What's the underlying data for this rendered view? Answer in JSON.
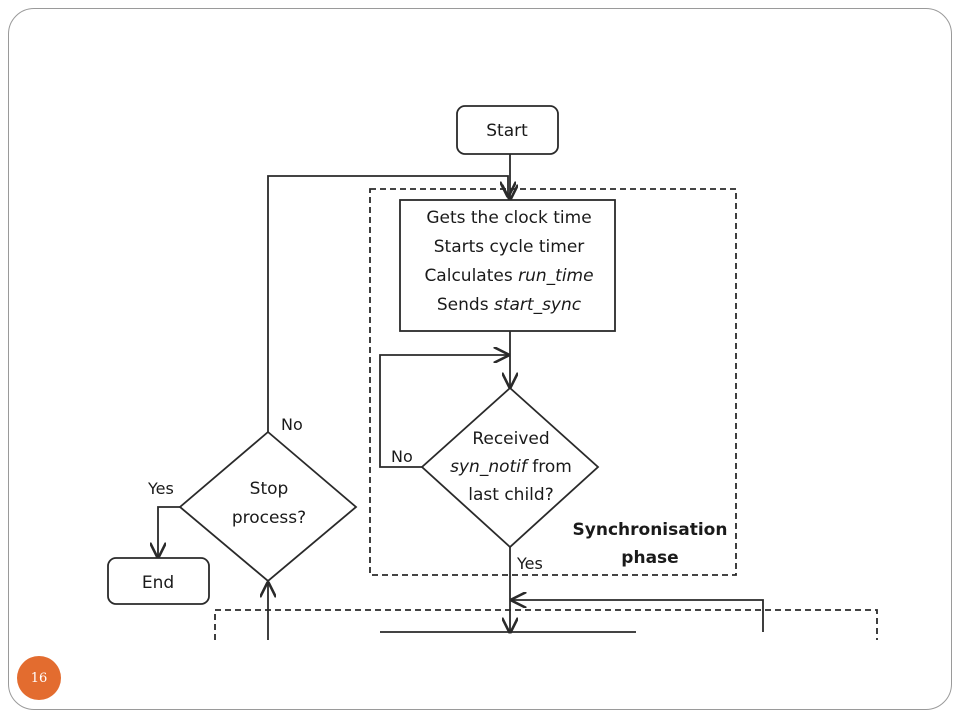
{
  "diagram": {
    "start_label": "Start",
    "end_label": "End",
    "process_box": {
      "line1": "Gets the clock time",
      "line2": "Starts cycle timer",
      "line3_prefix": "Calculates ",
      "line3_var": "run_time",
      "line4_prefix": "Sends ",
      "line4_var": "start_sync"
    },
    "decision_received": {
      "line1": "Received",
      "line2_var": "syn_notif",
      "line2_suffix": " from",
      "line3": "last child?"
    },
    "decision_stop": {
      "line1": "Stop",
      "line2": "process?"
    },
    "group_label": {
      "line1": "Synchronisation",
      "line2": "phase"
    },
    "edge_labels": {
      "received_no": "No",
      "received_yes": "Yes",
      "stop_no": "No",
      "stop_yes": "Yes"
    }
  },
  "page_number": "16",
  "colors": {
    "badge": "#e36c2f",
    "frame_border": "#9a9a9a",
    "lines": "#2a2a2a"
  }
}
